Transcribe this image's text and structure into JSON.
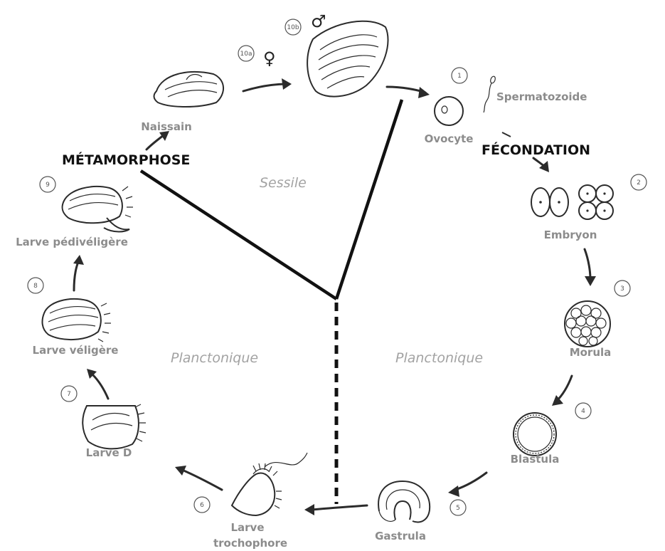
{
  "stages": {
    "ovocyte": "Ovocyte",
    "spermatozoide": "Spermatozoide",
    "embryon": "Embryon",
    "morula": "Morula",
    "blastula": "Blastula",
    "gastrula": "Gastrula",
    "trochophore_line1": "Larve",
    "trochophore_line2": "trochophore",
    "larve_d": "Larve D",
    "larve_veligere": "Larve véligère",
    "larve_pediveligere": "Larve pédivéligère",
    "naissain": "Naissain"
  },
  "processes": {
    "fecondation": "FÉCONDATION",
    "metamorphose": "MÉTAMORPHOSE"
  },
  "zones": {
    "sessile": "Sessile",
    "planctonique_left": "Planctonique",
    "planctonique_right": "Planctonique"
  },
  "numbers": {
    "n1": "1",
    "n2": "2",
    "n3": "3",
    "n4": "4",
    "n5": "5",
    "n6": "6",
    "n7": "7",
    "n8": "8",
    "n9": "9",
    "n10a": "10a",
    "n10b": "10b"
  },
  "symbols": {
    "female": "♀",
    "male": "♂"
  }
}
